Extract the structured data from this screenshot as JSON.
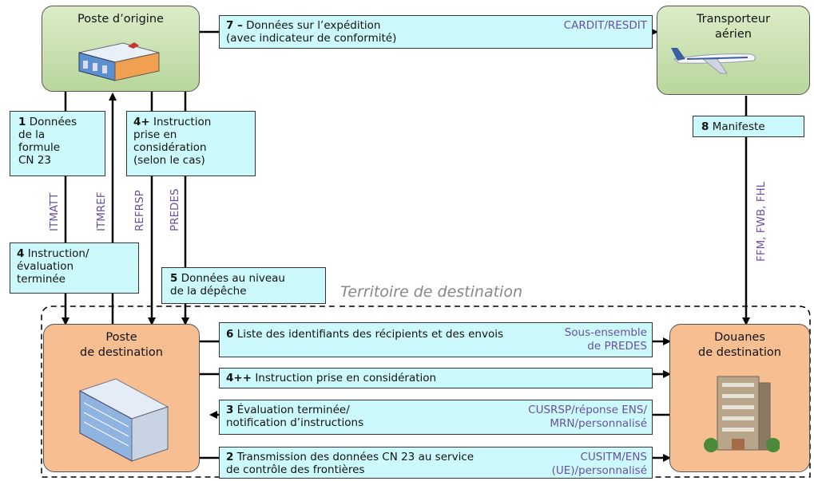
{
  "nodes": {
    "origin": "Poste d’origine",
    "carrier": "Transporteur\naérien",
    "destination": "Poste\nde destination",
    "customs": "Douanes\nde destination"
  },
  "territory": "Territoire de destination",
  "messages": [
    {
      "num": "7 –",
      "text": "Données sur l’expédition\n(avec indicateur de conformité)",
      "proto": "CARDIT/RESDIT"
    },
    {
      "num": "1",
      "text": "Données\nde la\nformule\nCN 23",
      "proto": ""
    },
    {
      "num": "4+",
      "text": "Instruction\nprise en\nconsidération\n(selon le cas)",
      "proto": ""
    },
    {
      "num": "8",
      "text": "Manifeste",
      "proto": ""
    },
    {
      "num": "4",
      "text": "Instruction/\névaluation\nterminée",
      "proto": ""
    },
    {
      "num": "5",
      "text": "Données au niveau\nde la dépêche",
      "proto": ""
    },
    {
      "num": "6",
      "text": "Liste des identifiants des récipients et des envois",
      "proto": "Sous-ensemble\nde PREDES"
    },
    {
      "num": "4++",
      "text": "Instruction prise en considération",
      "proto": ""
    },
    {
      "num": "3",
      "text": "Évaluation terminée/\nnotification d’instructions",
      "proto": "CUSRSP/réponse ENS/\nMRN/personnalisé"
    },
    {
      "num": "2",
      "text": "Transmission des données CN 23 au service\nde contrôle des frontières",
      "proto": "CUSITM/ENS\n(UE)/personnalisé"
    }
  ],
  "vertical_labels": [
    "ITMATT",
    "ITMREF",
    "REFRSP",
    "PREDES",
    "FFM, FWB, FHL"
  ],
  "colors": {
    "box": "#ccfafc",
    "green_node": "#c4dea8",
    "orange_node": "#f7be92",
    "protocol": "#6a4fa0"
  },
  "icons": [
    "post-office-building-icon",
    "airplane-icon",
    "destination-office-building-icon",
    "customs-building-icon"
  ]
}
